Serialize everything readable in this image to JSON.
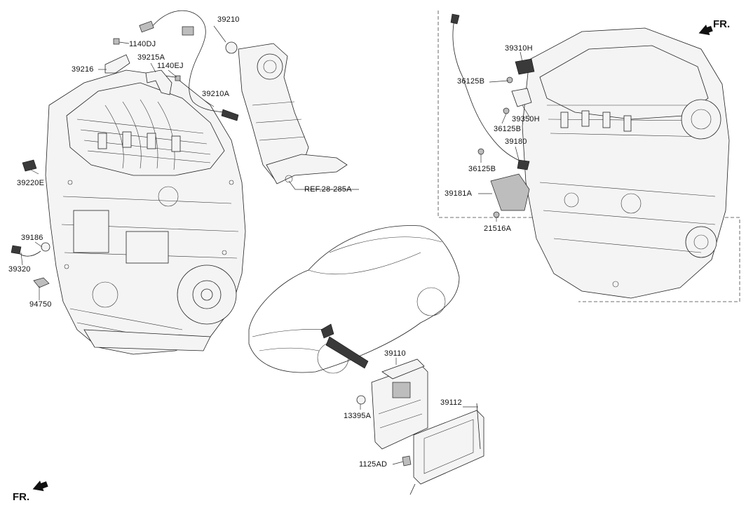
{
  "diagram": {
    "front_marker_top": "FR.",
    "front_marker_bottom": "FR.",
    "ref_label": "REF.28-285A",
    "parts": [
      {
        "id": "p39210",
        "text": "39210"
      },
      {
        "id": "p1140DJ",
        "text": "1140DJ"
      },
      {
        "id": "p39215A",
        "text": "39215A"
      },
      {
        "id": "p39216",
        "text": "39216"
      },
      {
        "id": "p1140EJ",
        "text": "1140EJ"
      },
      {
        "id": "p39210A",
        "text": "39210A"
      },
      {
        "id": "p39220E",
        "text": "39220E"
      },
      {
        "id": "p39186",
        "text": "39186"
      },
      {
        "id": "p39320",
        "text": "39320"
      },
      {
        "id": "p94750",
        "text": "94750"
      },
      {
        "id": "p39310H",
        "text": "39310H"
      },
      {
        "id": "p36125B_1",
        "text": "36125B"
      },
      {
        "id": "p39350H",
        "text": "39350H"
      },
      {
        "id": "p36125B_2",
        "text": "36125B"
      },
      {
        "id": "p39180",
        "text": "39180"
      },
      {
        "id": "p36125B_3",
        "text": "36125B"
      },
      {
        "id": "p39181A",
        "text": "39181A"
      },
      {
        "id": "p21516A",
        "text": "21516A"
      },
      {
        "id": "p39110",
        "text": "39110"
      },
      {
        "id": "p39112",
        "text": "39112"
      },
      {
        "id": "p13395A",
        "text": "13395A"
      },
      {
        "id": "p1125AD",
        "text": "1125AD"
      }
    ]
  }
}
